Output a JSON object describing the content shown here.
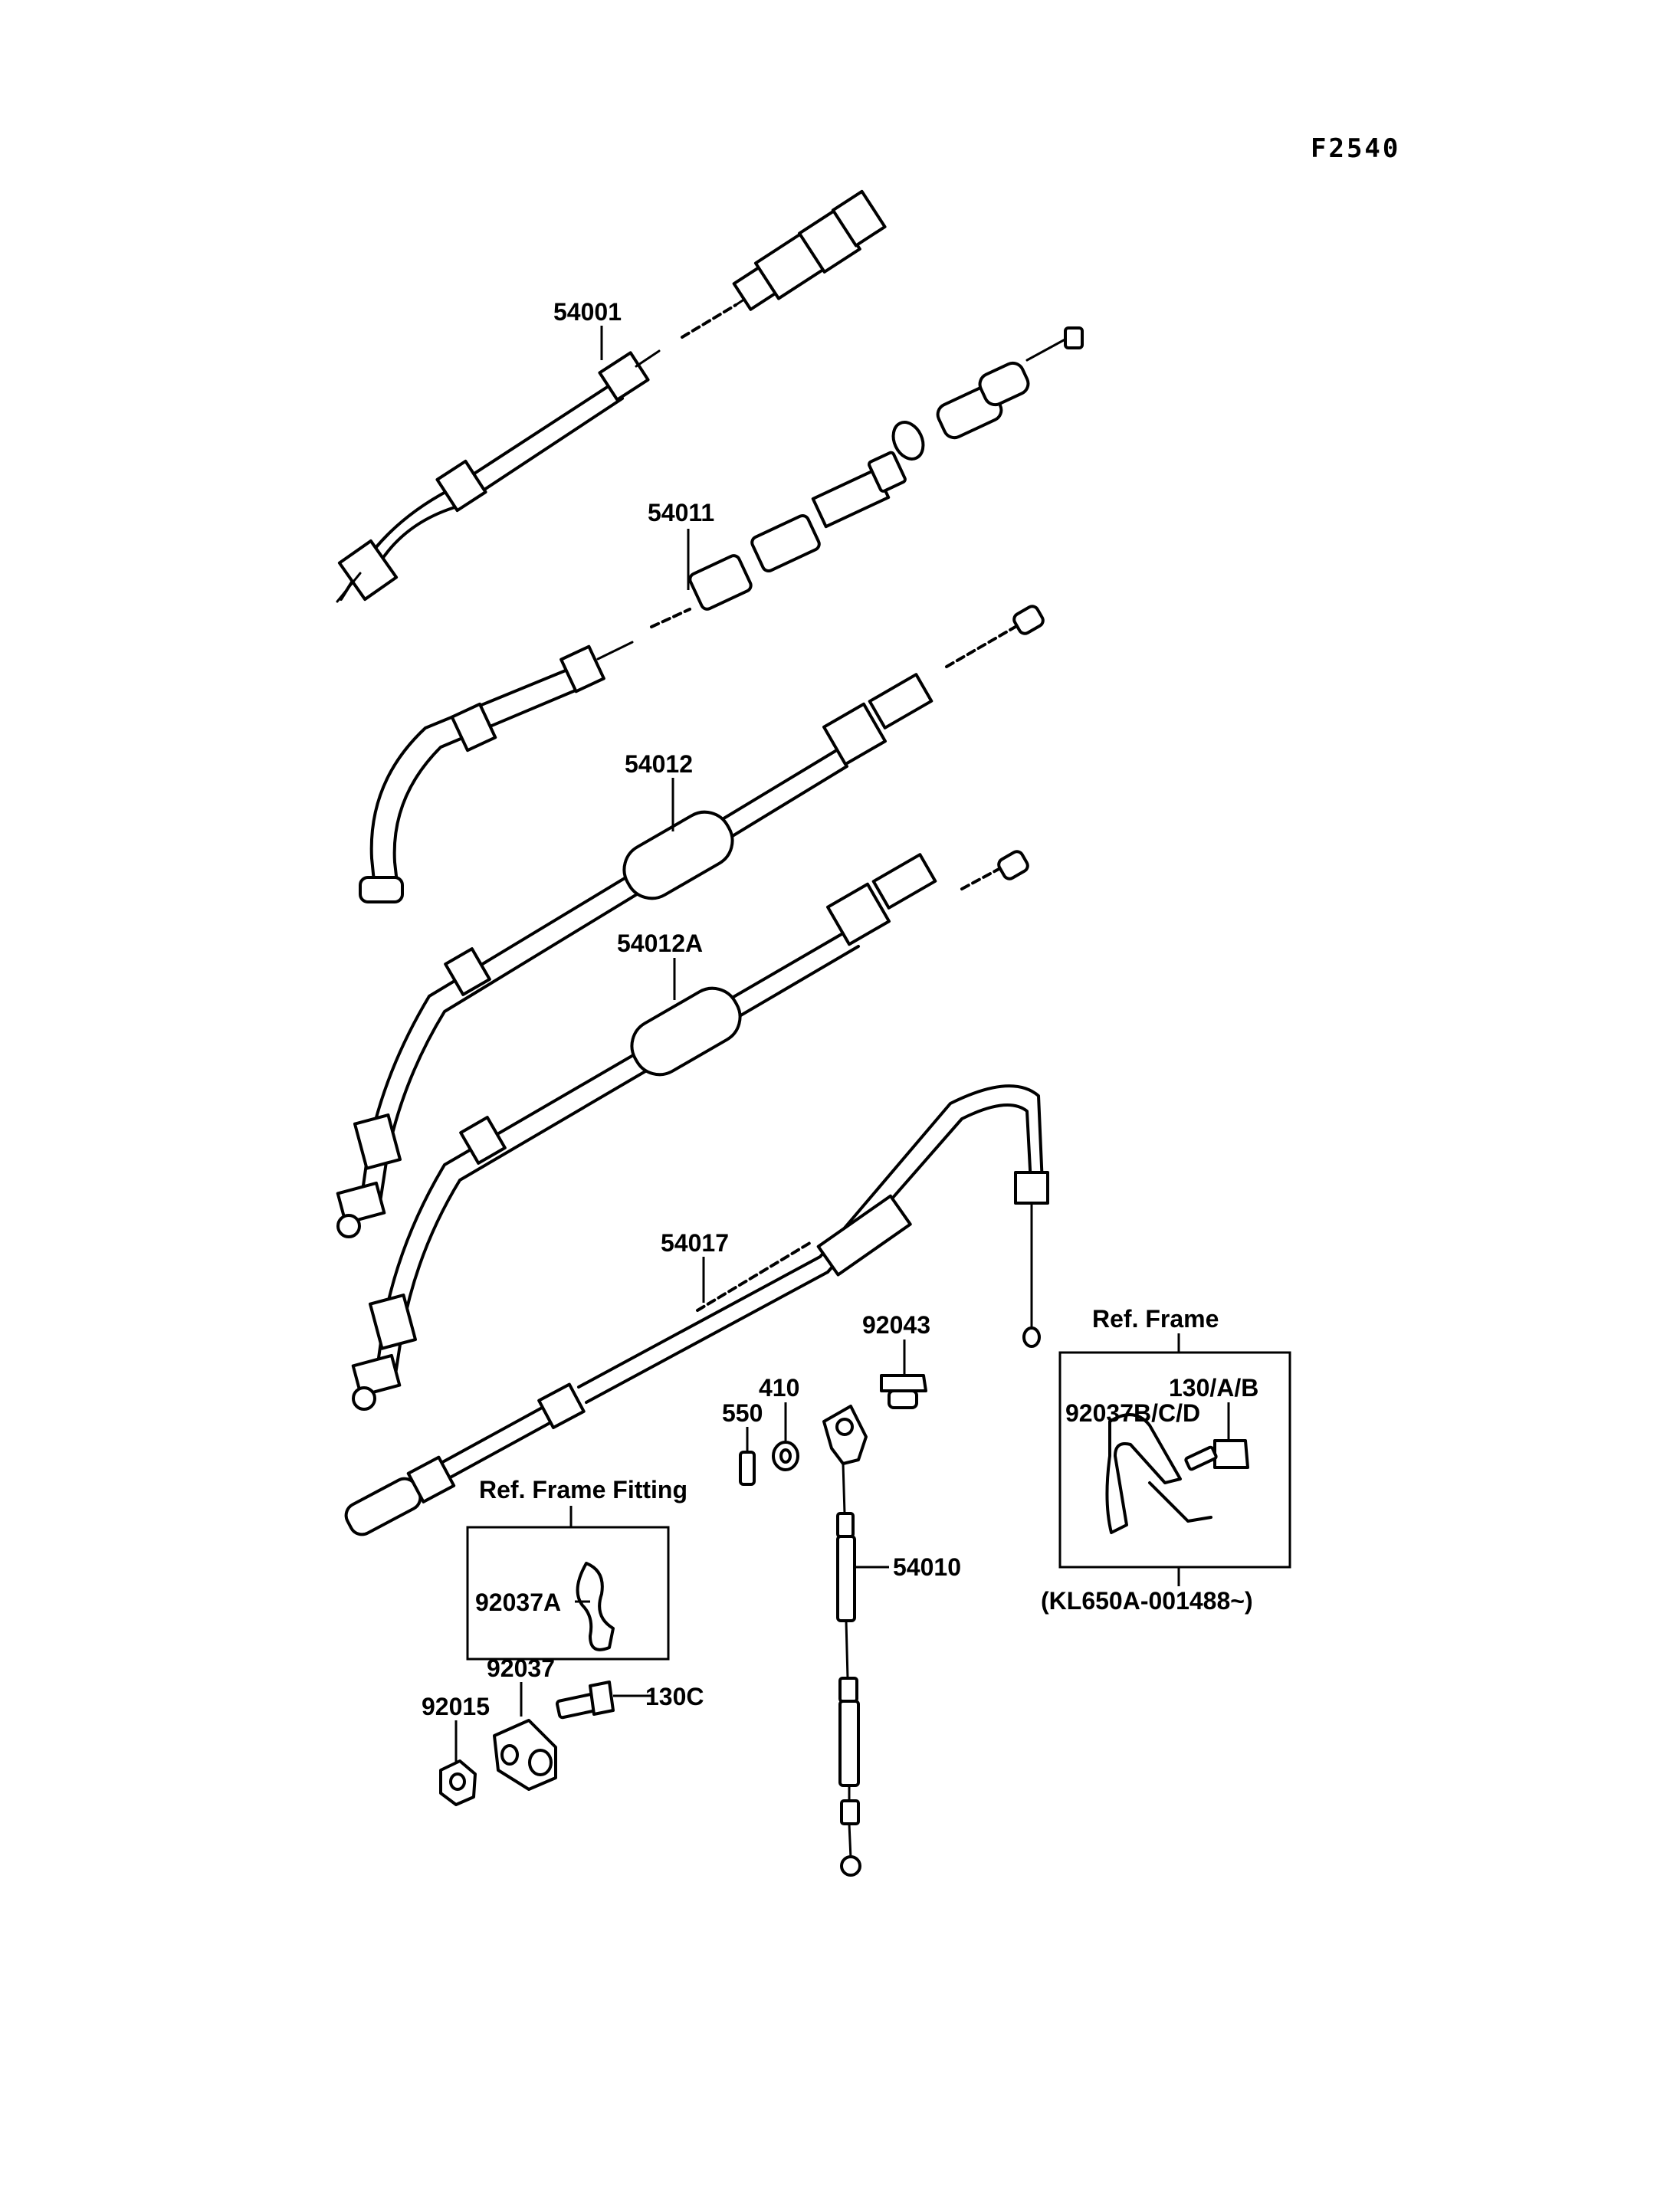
{
  "figure_code": "F2540",
  "labels": {
    "p54001": "54001",
    "p54011": "54011",
    "p54012": "54012",
    "p54012A": "54012A",
    "p54017": "54017",
    "p92043": "92043",
    "p410": "410",
    "p550": "550",
    "p54010": "54010",
    "p130ab": "130/A/B",
    "p92037bcd": "92037B/C/D",
    "p92037a": "92037A",
    "p92037": "92037",
    "p92015": "92015",
    "p130c": "130C"
  },
  "boxes": {
    "ref_frame_title": "Ref. Frame",
    "ref_frame_note": "(KL650A-001488~)",
    "ref_frame_fitting_title": "Ref. Frame Fitting"
  }
}
